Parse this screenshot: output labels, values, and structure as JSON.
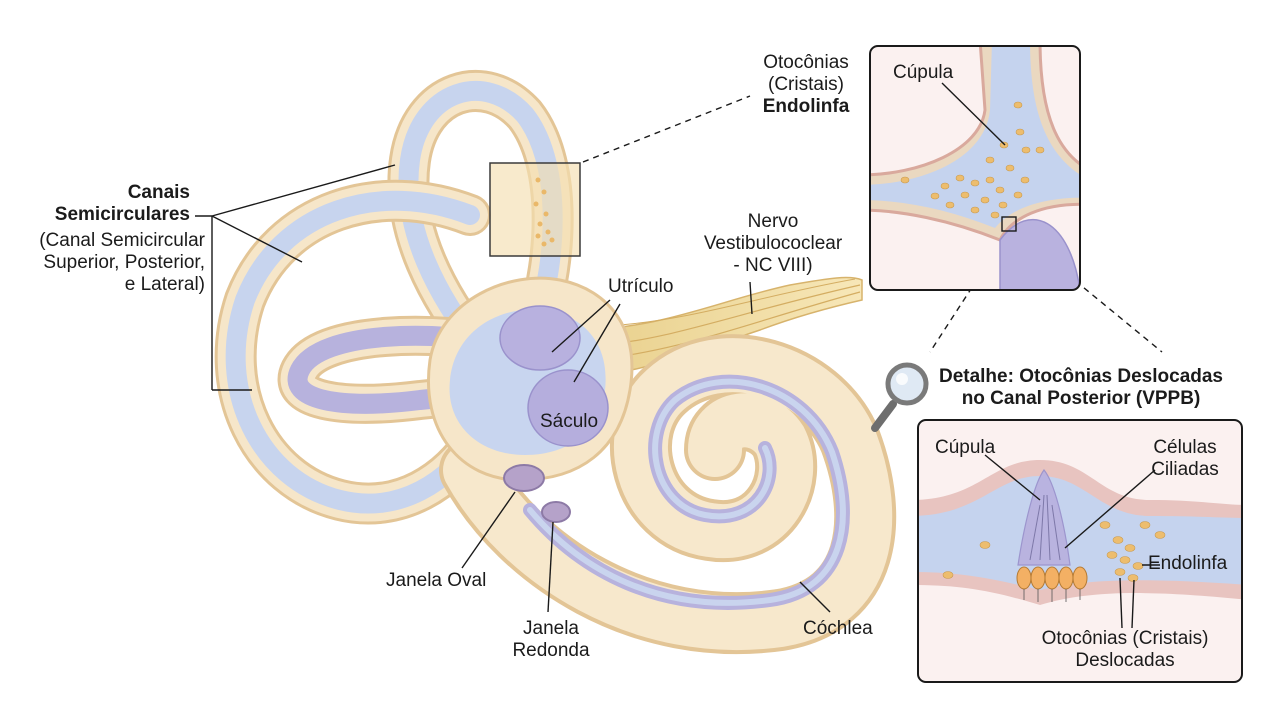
{
  "labels": {
    "otoconias_top": [
      "Otocônias",
      "(Cristais)"
    ],
    "endolinfa_top": "Endolinfa",
    "canais_title": [
      "Canais",
      "Semicirculares"
    ],
    "canais_sub": [
      "(Canal Semicircular",
      "Superior, Posterior,",
      "e Lateral)"
    ],
    "nervo": [
      "Nervo",
      "Vestibulococlear",
      "- NC VIII)"
    ],
    "utriculo": "Utrículo",
    "saculo": "Sáculo",
    "janela_oval": "Janela Oval",
    "janela_redonda": [
      "Janela",
      "Redonda"
    ],
    "coclea": "Cóchlea",
    "cupula_top": "Cúpula",
    "detalhe_title": [
      "Detalhe: Otocônias Deslocadas",
      "no Canal Posterior (VPPB)"
    ],
    "cupula_bottom": "Cúpula",
    "celulas": [
      "Células",
      "Ciliadas"
    ],
    "endolinfa_bottom": "Endolinfa",
    "otoconias_bottom": [
      "Otocônias (Cristais)",
      "Deslocadas"
    ]
  },
  "colors": {
    "bone": "#f3e2c2",
    "bone_edge": "#d9b98a",
    "endolymph": "#c9d6f0",
    "membrane": "#b9b3e0",
    "otoconia": "#f0c27a",
    "nerve": "#f0d79a",
    "line": "#1a1a1a"
  }
}
